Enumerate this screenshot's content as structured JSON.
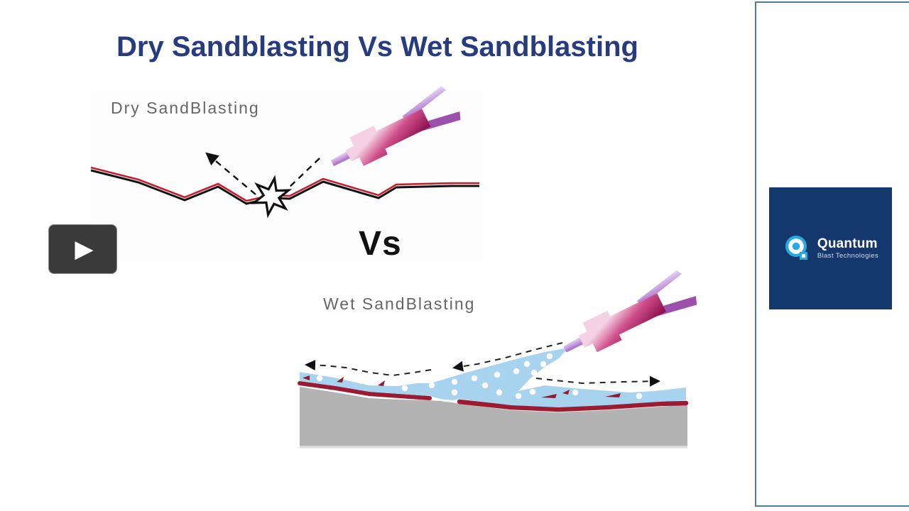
{
  "slide": {
    "title": "Dry Sandblasting Vs Wet Sandblasting",
    "versus": "Vs"
  },
  "diagrams": {
    "dry": {
      "label": "Dry SandBlasting"
    },
    "wet": {
      "label": "Wet SandBlasting"
    }
  },
  "player": {
    "play_icon": "▶"
  },
  "sidebar": {
    "logo": {
      "brand": "Quantum",
      "tagline": "Blast Technologies",
      "monogram": "Q"
    }
  },
  "colors": {
    "title_navy": "#273c7e",
    "label_gray": "#666666",
    "ink_black": "#111111",
    "surface_red": "#c2202f",
    "coating_red": "#9b1c32",
    "water_blue": "#a7d3ef",
    "substrate_gray": "#b3b3b3",
    "gun_magenta": "#a41d61",
    "tube_purple": "#a767c5",
    "logo_navy": "#14386e",
    "logo_blue": "#2aa9e0",
    "panel_border": "#4e7d99",
    "player_dark": "#3a3a3a"
  }
}
